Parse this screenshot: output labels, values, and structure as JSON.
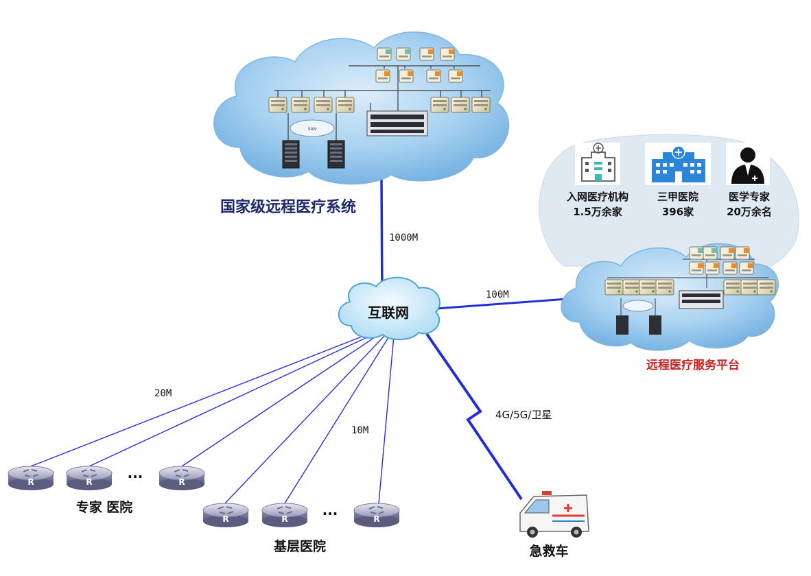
{
  "national_system": {
    "label": "国家级远程医疗系统"
  },
  "internet": {
    "label": "互联网"
  },
  "platform": {
    "label": "远程医疗服务平台",
    "label_color": "#cc1f1f",
    "stats": [
      {
        "icon": "hospital-building-icon",
        "line1": "入网医疗机构",
        "line2": "1.5万余家"
      },
      {
        "icon": "tertiary-hospital-icon",
        "line1": "三甲医院",
        "line2": "396家"
      },
      {
        "icon": "medical-expert-icon",
        "line1": "医学专家",
        "line2": "20万余名"
      }
    ]
  },
  "links": {
    "national_bandwidth": "1000M",
    "platform_bandwidth": "100M",
    "expert_bandwidth": "20M",
    "primary_bandwidth": "10M",
    "ambulance_link": "4G/5G/卫星"
  },
  "expert_hospitals": {
    "label": "专家 医院",
    "ellipsis": "···"
  },
  "primary_hospitals": {
    "label": "基层医院",
    "ellipsis": "···"
  },
  "ambulance": {
    "label": "急救车"
  },
  "router": {
    "glyph": "R"
  },
  "colors": {
    "link": "#1f2fd6",
    "cloud": "#8ec3ec",
    "title": "#1c2a6b"
  }
}
